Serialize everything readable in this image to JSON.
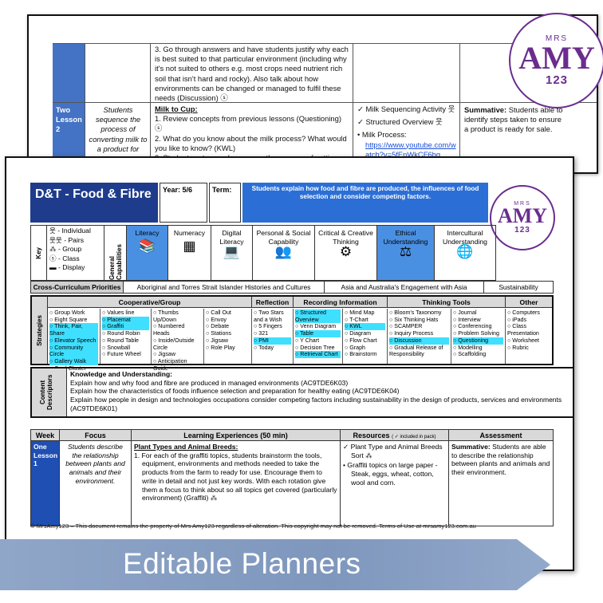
{
  "back_page": {
    "row1_text": "3.  Go through answers and have students justify why each is best suited to that particular environment (including why it's not suited to others e.g. most crops need nutrient rich soil that isn't hard and rocky). Also talk about how environments can be changed or managed to fulfil these needs (Discussion) ⓢ",
    "week_label": "Two Lesson 2",
    "focus": "Students sequence the process of converting milk to a product for",
    "exp_title": "Milk to Cup:",
    "exp_items": [
      "1.  Review concepts from previous lessons (Questioning) ⓢ",
      "2.  What do you know about the milk process? What would you like to know? (KWL)",
      "3.  Students cut up and sequence the process of getting"
    ],
    "resources": [
      "✓  Milk Sequencing Activity 웃",
      "✓  Structured Overview 웃",
      "•  Milk Process:"
    ],
    "link": "https://www.youtube.com/watch?v=5fEnWkCF6bg",
    "assessment_label": "Summative:",
    "assessment": "Students able to identify steps taken to ensure a product is ready for sale."
  },
  "logo": {
    "mrs": "MRS",
    "amy": "AMY",
    "num": "123"
  },
  "header": {
    "title": "D&T - Food & Fibre",
    "year": "Year: 5/6",
    "term": "Term:",
    "focus": "Students explain how food and fibre are produced, the influences of food selection and consider competing factors."
  },
  "key": {
    "label": "Key",
    "items": [
      "웃 - Individual",
      "웃웃 - Pairs",
      "⁂ - Group",
      "ⓢ - Class",
      "▬ - Display"
    ]
  },
  "capabilities": {
    "label": "General Capabilities",
    "items": [
      "Literacy",
      "Numeracy",
      "Digital Literacy",
      "Personal & Social Capability",
      "Critical & Creative Thinking",
      "Ethical Understanding",
      "Intercultural Understanding"
    ]
  },
  "priorities": {
    "label": "Cross-Curriculum Priorities",
    "items": [
      "Aboriginal and Torres Strait Islander Histories and Cultures",
      "Asia and Australia's Engagement with Asia",
      "Sustainability"
    ]
  },
  "strategies": {
    "label": "Strategies",
    "headers": [
      "Cooperative/Group",
      "Reflection",
      "Recording Information",
      "Thinking Tools",
      "Other"
    ],
    "columns": [
      [
        "○ Group Work",
        "○ Eight Square",
        "○ Think, Pair, Share",
        "○ Elevator Speech",
        "○ Community Circle",
        "○ Gallery Walk",
        "○ Card Cluster"
      ],
      [
        "○ Values line",
        "○ Placemat",
        "○ Graffiti",
        "○ Round Robin",
        "○ Round Table",
        "○ Snowball",
        "○ Future Wheel"
      ],
      [
        "○ Thumbs Up/Down",
        "○ Numbered Heads",
        "○ Inside/Outside Circle",
        "○ Jigsaw",
        "○ Anticipation Guide"
      ],
      [
        "○ Call Out",
        "○ Envoy",
        "○ Debate",
        "○ Stations",
        "○ Jigsaw",
        "○ Role Play"
      ],
      [
        "○ Two Stars and a Wish",
        "○ 5 Fingers",
        "○ 321",
        "○ PMI",
        "○ Today"
      ],
      [
        "○ Structured Overview",
        "○ Venn Diagram",
        "○ Table",
        "○ Y Chart",
        "○ Decision Tree",
        "○ Retrieval Chart"
      ],
      [
        "○ Mind Map",
        "○ T-Chart",
        "○ KWL",
        "○ Diagram",
        "○ Flow Chart",
        "○ Graph",
        "○ Brainstorm"
      ],
      [
        "○ Bloom's Taxonomy",
        "○ Six Thinking Hats",
        "○ SCAMPER",
        "○ Inquiry Process",
        "○ Discussion",
        "○ Gradual Release of Responsibility"
      ],
      [
        "○ Journal",
        "○ Interview",
        "○ Conferencing",
        "○ Problem Solving",
        "○ Questioning",
        "○ Modelling",
        "○ Scaffolding"
      ],
      [
        "○ Computers",
        "○ iPads",
        "○ Class Presentation",
        "○ Worksheet",
        "○ Rubric"
      ]
    ]
  },
  "content_descriptors": {
    "label": "Content Descriptors",
    "heading": "Knowledge and Understanding:",
    "lines": [
      "Explain how and why food and fibre are produced in managed environments (AC9TDE6K03)",
      "Explain how the characteristics of foods influence selection and preparation for healthy eating (AC9TDE6K04)",
      "Explain how people in design and technologies occupations consider competing factors including sustainability in the design of products, services and environments (AC9TDE6K01)"
    ]
  },
  "week_table": {
    "headers": [
      "Week",
      "Focus",
      "Learning Experiences (50 min)",
      "Resources",
      "Assessment"
    ],
    "resources_note": "( ✓ included in pack)",
    "week": "One Lesson 1",
    "focus": "Students describe the relationship between plants and animals and their environment.",
    "exp_title": "Plant Types and Animal Breeds:",
    "exp_body": "1.  For each of the graffiti topics, students brainstorm the tools, equipment, environments and methods needed to take the products from the farm to ready for use. Encourage them to write in detail and not just key words. With each rotation give them a focus to think about so all topics get covered (particularly environment) (Graffiti) ⁂",
    "resources": [
      "✓  Plant Type and Animal Breeds Sort ⁂",
      "•  Graffiti topics on large paper - Steak, eggs, wheat, cotton, wool and corn."
    ],
    "assessment_label": "Summative:",
    "assessment": "Students are able to describe the relationship between plants and animals and their environment."
  },
  "copyright": "© MrsAmy123 – This document remains the property of Mrs Amy123 regardless of alteration. This copyright may not be removed. Terms of Use at mrsamy123.com.au",
  "banner": {
    "text": "Editable Planners"
  }
}
